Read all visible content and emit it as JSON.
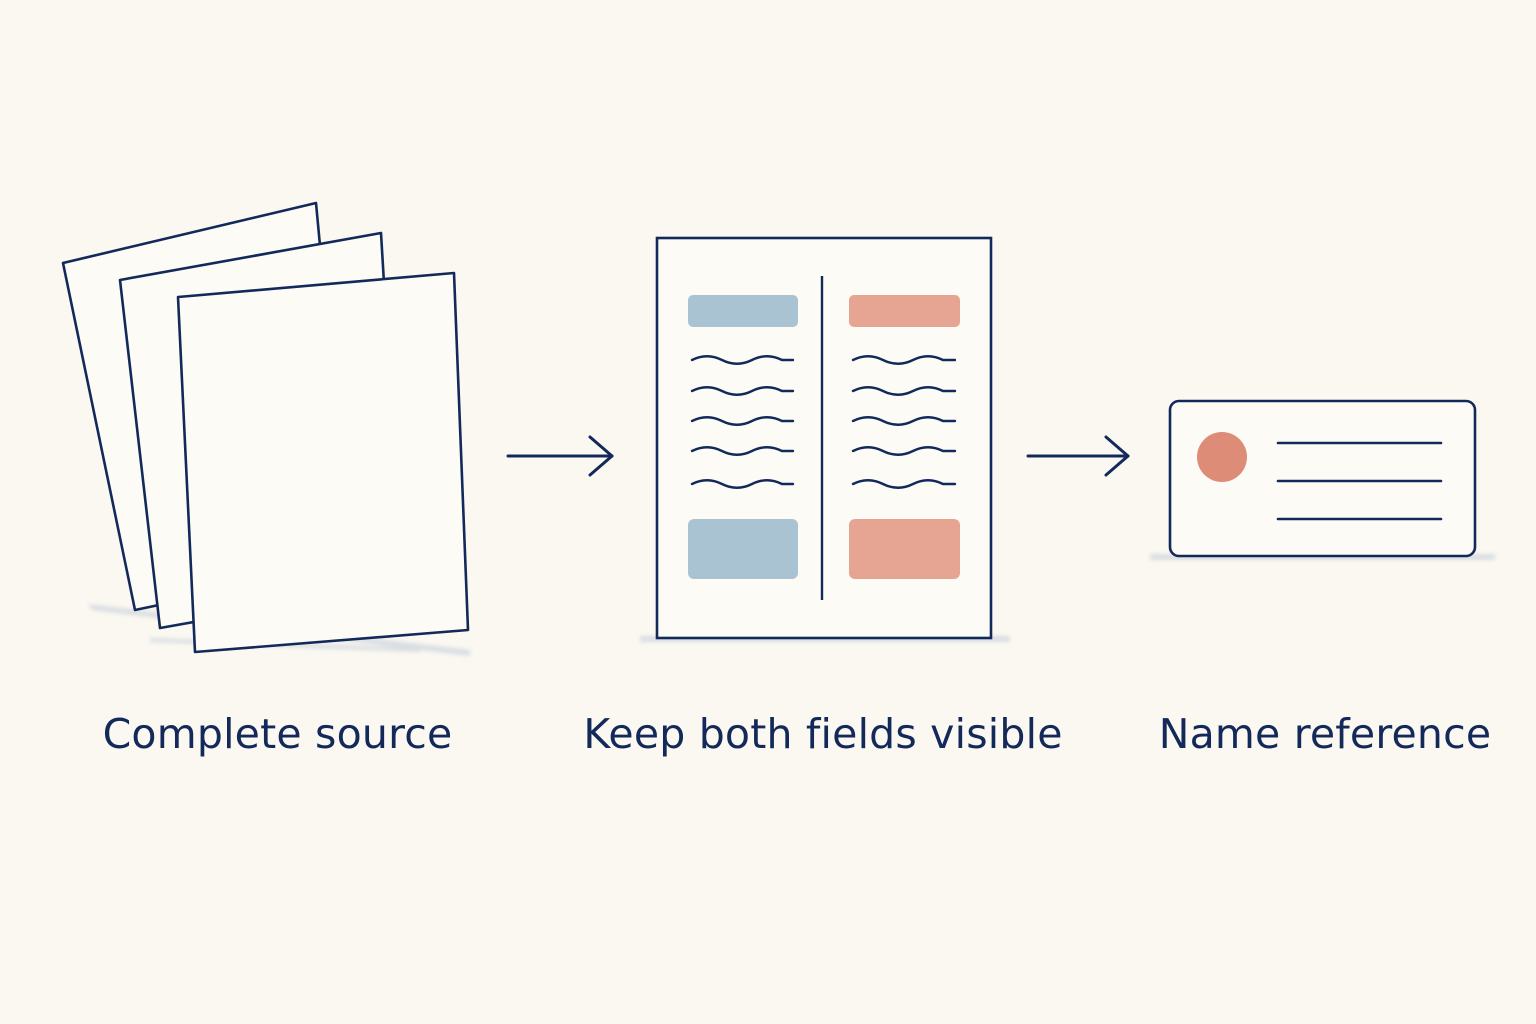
{
  "steps": [
    {
      "label": "Complete source",
      "icon": "stacked-pages-icon"
    },
    {
      "label": "Keep both fields visible",
      "icon": "two-column-document-icon"
    },
    {
      "label": "Name reference",
      "icon": "reference-card-icon"
    }
  ],
  "colors": {
    "background": "#fbf8f1",
    "ink": "#13295a",
    "left_field": "#a9c3d3",
    "right_field": "#e5a592",
    "marker": "#dd8c78",
    "shadow": "#c9d3dc"
  }
}
